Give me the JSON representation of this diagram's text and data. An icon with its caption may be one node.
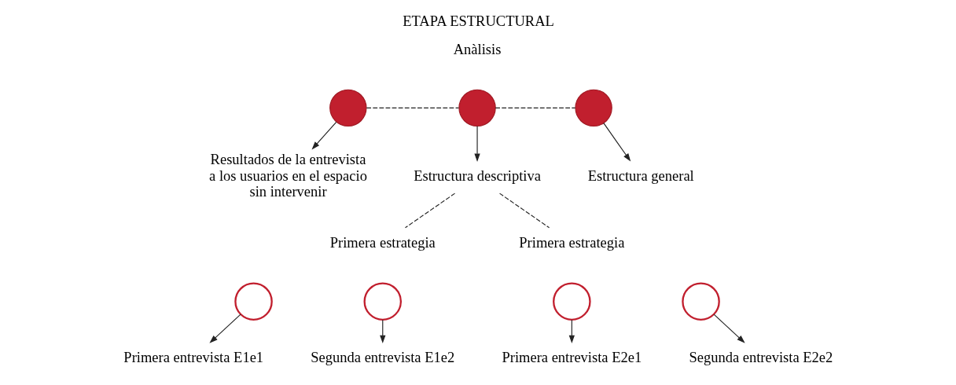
{
  "diagram": {
    "title": "ETAPA ESTRUCTURAL",
    "nodes": [
      {
        "text": [],
        "shape": "circle"
      },
      {
        "text": [],
        "shape": "circle",
        "beside": [
          "Anàlisis"
        ]
      },
      {
        "text": [],
        "shape": "circle"
      },
      {
        "text": [
          "Resultados de la entrevista a los usuarios en el espacio sin intervenir"
        ]
      },
      {
        "text": [
          "Estructura descriptiva"
        ]
      },
      {
        "text": [
          "Estructura general"
        ]
      },
      {
        "text": [
          "Primera estrategia"
        ]
      },
      {
        "text": [
          "Primera estrategia"
        ]
      },
      {
        "text": [],
        "shape": "circle"
      },
      {
        "text": [],
        "shape": "circle"
      },
      {
        "text": [],
        "shape": "circle"
      },
      {
        "text": [],
        "shape": "circle"
      },
      {
        "text": [
          "Primera entrevista E1e1"
        ]
      },
      {
        "text": [
          "Segunda entrevista E1e2"
        ]
      },
      {
        "text": [
          "Primera entrevista E2e1"
        ]
      },
      {
        "text": [
          "Segunda entrevista E2e2"
        ]
      }
    ],
    "edges": [
      {
        "from": 0,
        "to": 1,
        "arrow": "none",
        "style": "dashed"
      },
      {
        "from": 1,
        "to": 2,
        "arrow": "none",
        "style": "dashed"
      },
      {
        "from": 0,
        "to": 3,
        "arrow": "to"
      },
      {
        "from": 1,
        "to": 4,
        "arrow": "to"
      },
      {
        "from": 2,
        "to": 5,
        "arrow": "to"
      },
      {
        "from": 4,
        "to": 6,
        "arrow": "none",
        "style": "dashed"
      },
      {
        "from": 4,
        "to": 7,
        "arrow": "none",
        "style": "dashed"
      },
      {
        "from": 8,
        "to": 12,
        "arrow": "to"
      },
      {
        "from": 9,
        "to": 13,
        "arrow": "to"
      },
      {
        "from": 10,
        "to": 14,
        "arrow": "to"
      },
      {
        "from": 11,
        "to": 15,
        "arrow": "to"
      }
    ]
  }
}
